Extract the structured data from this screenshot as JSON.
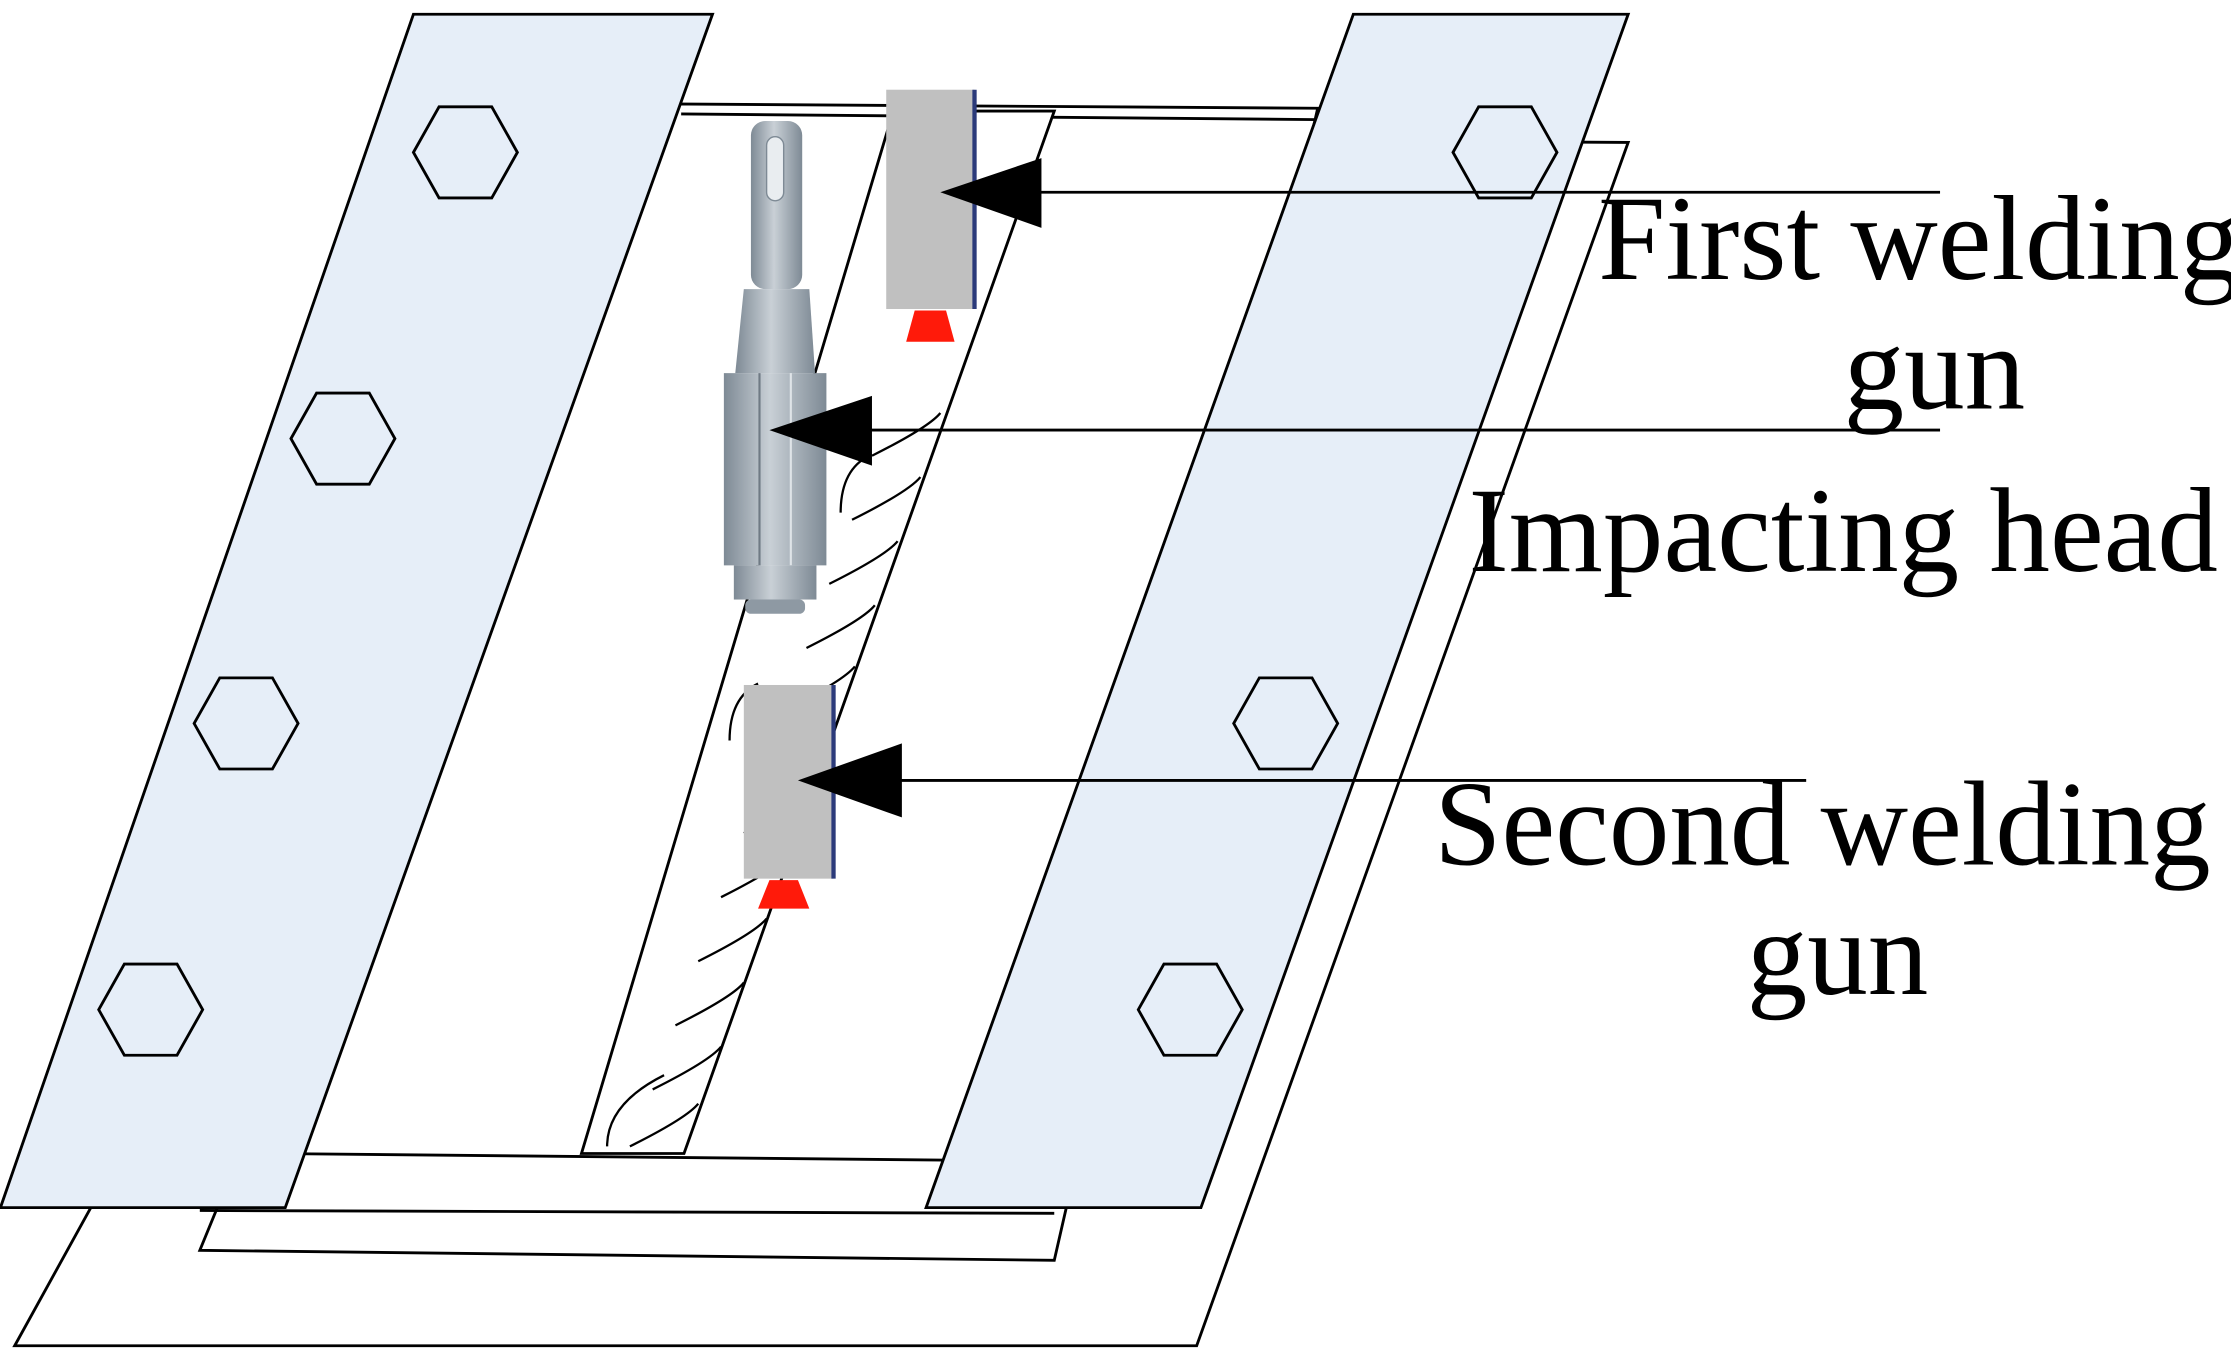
{
  "colors": {
    "plate_fill": "#e6eef8",
    "line": "#000000",
    "gun_fill": "#c0c0c0",
    "gun_edge": "#2b3a7a",
    "nozzle": "#ff1a0a",
    "head_steel_light": "#b7c0c8",
    "head_steel_dark": "#7e8a95"
  },
  "labels": {
    "first_gun": [
      "First welding",
      "gun"
    ],
    "impacting_head": [
      "Impacting head"
    ],
    "second_gun": [
      "Second welding",
      "gun"
    ]
  }
}
